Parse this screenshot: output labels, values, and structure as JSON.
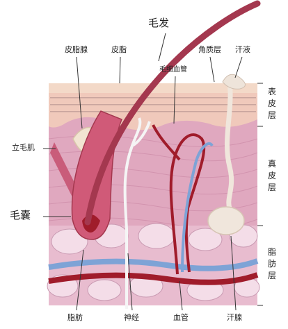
{
  "labels": {
    "hair": "毛发",
    "sebaceous_gland": "皮脂腺",
    "sebum": "皮脂",
    "stratum_corneum": "角质层",
    "sweat": "汗液",
    "capillaries": "毛细血管",
    "arrector_pili": "立毛肌",
    "hair_follicle": "毛囊",
    "fat": "脂肪",
    "nerve": "神经",
    "blood_vessel": "血管",
    "sweat_gland": "汗腺"
  },
  "layers": {
    "epidermis": "表皮层",
    "dermis": "真皮层",
    "hypodermis": "脂肪层"
  }
}
